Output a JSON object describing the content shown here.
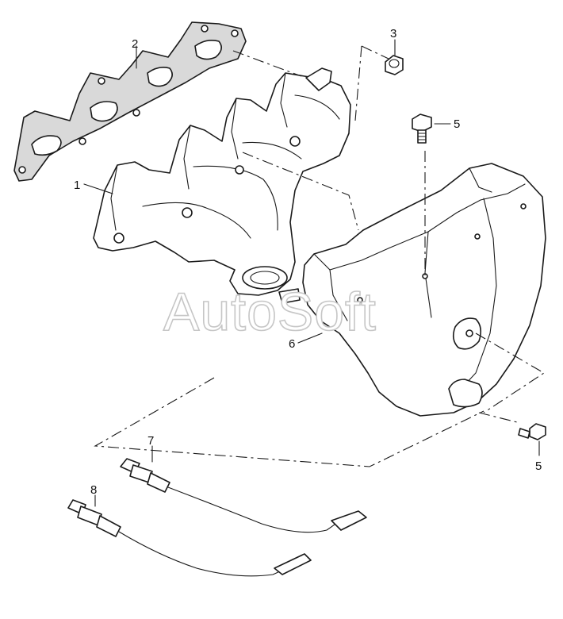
{
  "watermark": "AutoSoft",
  "callouts": {
    "c1": "1",
    "c2": "2",
    "c3": "3",
    "c5a": "5",
    "c5b": "5",
    "c6": "6",
    "c7": "7",
    "c8": "8"
  },
  "colors": {
    "line": "#1a1a1a",
    "gasket_fill": "#d9d9d9",
    "watermark_outline": "#c6c6c6"
  }
}
